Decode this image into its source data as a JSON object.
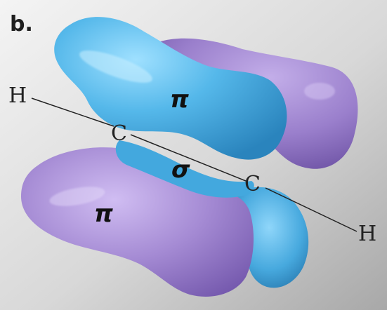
{
  "panel_label": "b.",
  "atoms": {
    "h_left": "H",
    "c_left": "C",
    "c_right": "C",
    "h_right": "H"
  },
  "bonds": {
    "pi_upper": "π",
    "sigma": "σ",
    "pi_lower": "π"
  },
  "colors": {
    "background_light": "#f0f0f0",
    "background_dark": "#a9a9a9",
    "lobe_blue": "#4fb3e6",
    "lobe_blue_dark": "#2b86bf",
    "lobe_purple": "#a98fd6",
    "lobe_purple_dark": "#7a63b5",
    "bond_line": "#222222"
  }
}
